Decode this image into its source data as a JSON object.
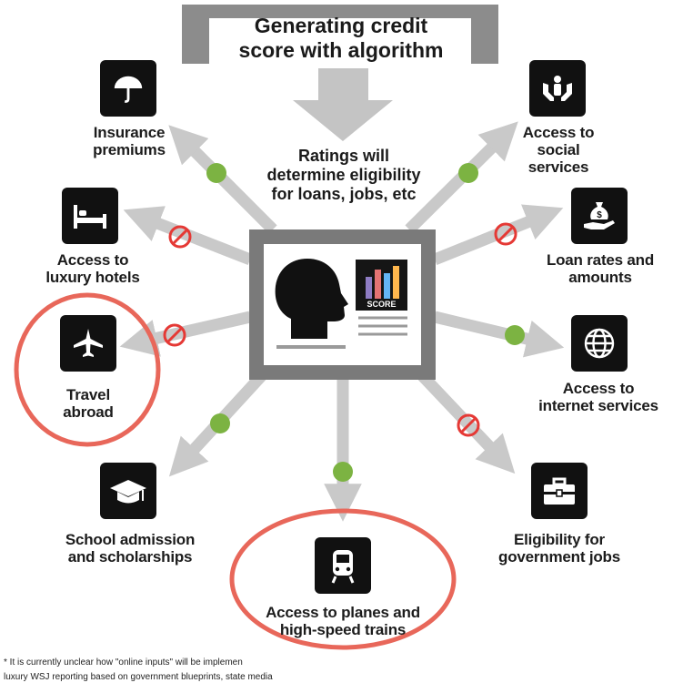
{
  "header": {
    "title": "Generating credit\nscore with algorithm",
    "subtitle": "Ratings will\ndetermine eligibility\nfor loans, jobs, etc"
  },
  "center": {
    "score_label": "SCORE"
  },
  "outcomes": {
    "insurance": {
      "label": "Insurance\npremiums",
      "status": "allowed",
      "icon": "umbrella-icon"
    },
    "social": {
      "label": "Access to\nsocial\nservices",
      "status": "allowed",
      "icon": "hands-person-icon"
    },
    "hotels": {
      "label": "Access to\nluxury hotels",
      "status": "blocked",
      "icon": "bed-icon"
    },
    "loans": {
      "label": "Loan rates and\namounts",
      "status": "blocked",
      "icon": "money-bag-hand-icon"
    },
    "travel": {
      "label": "Travel\nabroad",
      "status": "blocked",
      "icon": "airplane-icon",
      "highlighted": true
    },
    "internet": {
      "label": "Access to\ninternet services",
      "status": "allowed",
      "icon": "globe-icon"
    },
    "school": {
      "label": "School admission\nand scholarships",
      "status": "allowed",
      "icon": "graduation-cap-icon"
    },
    "trains": {
      "label": "Access to planes and\nhigh-speed trains",
      "status": "allowed",
      "icon": "train-icon",
      "highlighted": true
    },
    "govjobs": {
      "label": "Eligibility for\ngovernment jobs",
      "status": "blocked",
      "icon": "briefcase-icon"
    }
  },
  "colors": {
    "allowed": "#7cb342",
    "blocked": "#e53935",
    "highlight": "#e8675a",
    "arrow": "#c9c9c9"
  },
  "footnote": {
    "line1": "* It is currently unclear how \"online inputs\" will be implemen",
    "line2": "luxury WSJ reporting based on government blueprints, state media"
  }
}
